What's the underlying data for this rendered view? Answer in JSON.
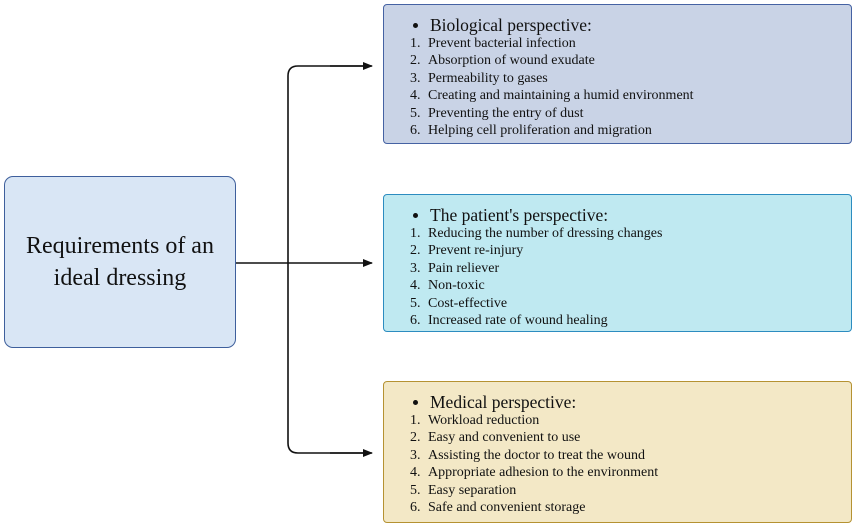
{
  "root": {
    "title": "Requirements of an ideal dressing"
  },
  "panels": [
    {
      "title": "Biological perspective:",
      "items": [
        "Prevent bacterial infection",
        "Absorption of wound exudate",
        "Permeability to gases",
        "Creating and maintaining a humid environment",
        "Preventing the entry of dust",
        "Helping cell proliferation and migration"
      ]
    },
    {
      "title": "The patient's perspective:",
      "items": [
        "Reducing the number of dressing changes",
        "Prevent re-injury",
        "Pain reliever",
        "Non-toxic",
        "Cost-effective",
        "Increased rate of wound healing"
      ]
    },
    {
      "title": "Medical perspective:",
      "items": [
        "Workload reduction",
        "Easy and convenient to use",
        "Assisting the doctor to treat the wound",
        "Appropriate adhesion to the environment",
        "Easy separation",
        "Safe and convenient storage"
      ]
    }
  ],
  "colors": {
    "biological_fill": "#c9d3e6",
    "patient_fill": "#bfe9f1",
    "medical_fill": "#f3e8c6",
    "root_fill": "#d9e6f5"
  }
}
